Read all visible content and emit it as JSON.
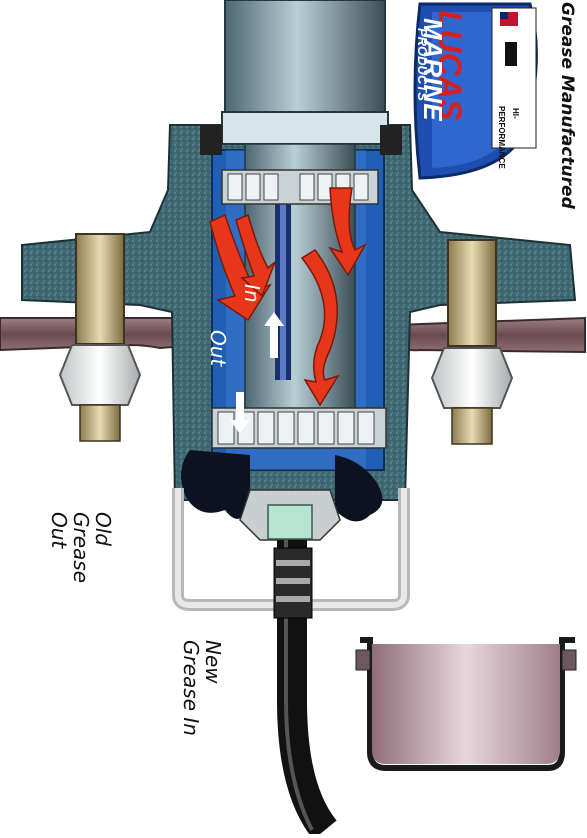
{
  "header": {
    "side_title": "Grease Manufactured"
  },
  "logo": {
    "brand": "LUCAS",
    "line1": "MARINE",
    "line2": "PRODUCTS",
    "badge_top": "HI-",
    "badge_bottom": "PERFORMANCE"
  },
  "labels": {
    "flow_in": "In",
    "flow_out": "Out",
    "old_grease_lines": [
      "Old",
      "Grease",
      "Out"
    ],
    "new_grease_lines": [
      "New",
      "Grease In"
    ]
  },
  "colors": {
    "hub": "#3b6470",
    "bore": "#1f5fb5",
    "flow_arrow": "#e8361b",
    "logo_blue": "#1e4fb0",
    "logo_red": "#d81e1e",
    "plate": "#7a5a5e",
    "cap": "#b5909c"
  }
}
